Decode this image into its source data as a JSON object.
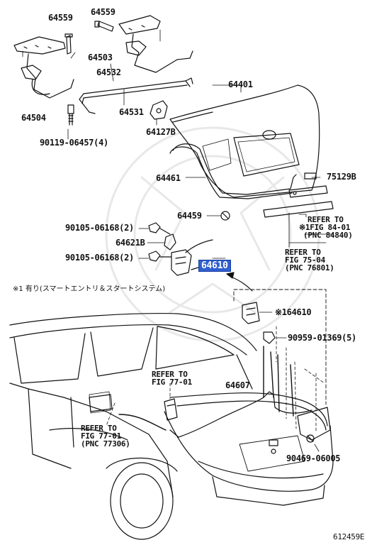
{
  "parts": {
    "p64559a": "64559",
    "p64559b": "64559",
    "p64503": "64503",
    "p64532": "64532",
    "p64401": "64401",
    "p64504": "64504",
    "p64531": "64531",
    "p64127B": "64127B",
    "p90119": "90119-06457(4)",
    "p64461": "64461",
    "p75129B": "75129B",
    "p64459": "64459",
    "p90105a": "90105-06168(2)",
    "p64621B": "64621B",
    "p90105b": "90105-06168(2)",
    "p64610": "64610",
    "p64610x": "※164610",
    "p90959": "90959-01369(5)",
    "p64607": "64607",
    "p90469": "90469-06005"
  },
  "refs": {
    "r1": [
      "REFER TO",
      "※1FIG 84-01",
      "(PNC 84840)"
    ],
    "r2": [
      "REFER TO",
      "FIG 75-04",
      "(PNC 76801)"
    ],
    "r3": [
      "REFER TO",
      "FIG 77-01"
    ],
    "r4": [
      "REFER TO",
      "FIG 77-01",
      "(PNC 77306)"
    ]
  },
  "note": "※1 有り(スマートエントリ＆スタートシステム)",
  "figure_id": "612459E",
  "colors": {
    "highlight": "#2f5fd0",
    "line": "#111111"
  }
}
